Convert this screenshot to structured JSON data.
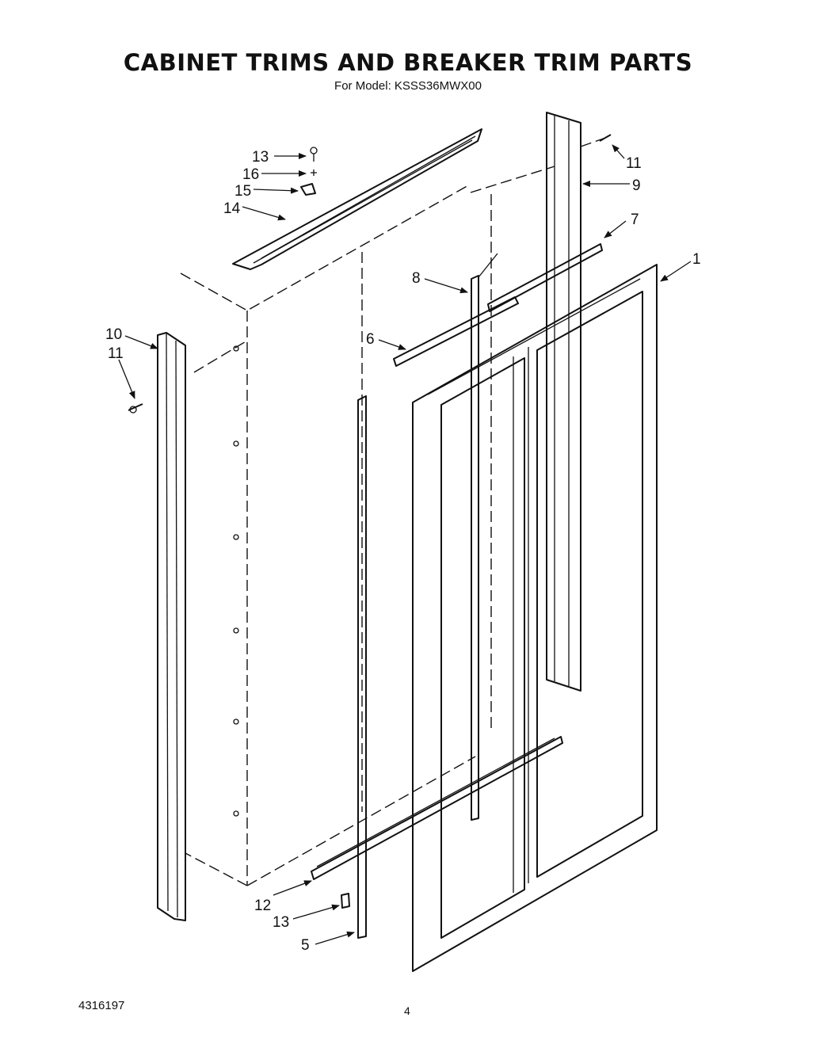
{
  "header": {
    "title": "CABINET TRIMS AND BREAKER TRIM PARTS",
    "subtitle": "For Model: KSSS36MWX00"
  },
  "footer": {
    "doc_number": "4316197",
    "page_number": "4"
  },
  "callouts": [
    "13",
    "16",
    "15",
    "14",
    "11",
    "9",
    "7",
    "1",
    "8",
    "6",
    "10",
    "11",
    "12",
    "13",
    "5"
  ]
}
